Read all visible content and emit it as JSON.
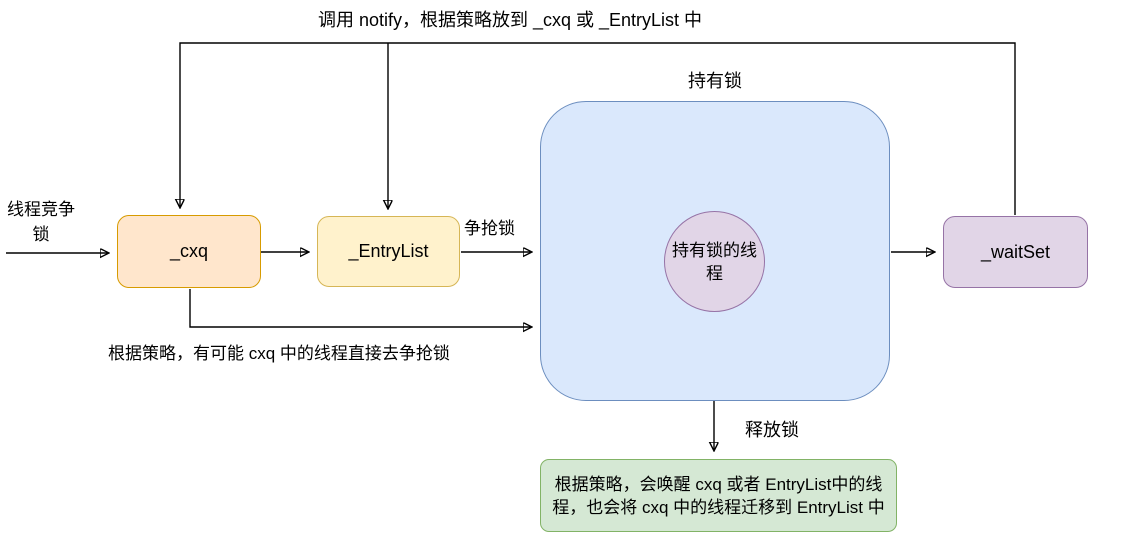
{
  "diagram": {
    "annotations": {
      "notify_label": "调用 notify，根据策略放到 _cxq 或 _EntryList 中",
      "thread_compete_label": "线程竞争锁",
      "compete_lock_label": "争抢锁",
      "cxq_direct_label": "根据策略，有可能 cxq 中的线程直接去争抢锁",
      "release_lock_label": "释放锁",
      "holder_title": "持有锁"
    },
    "nodes": {
      "cxq": {
        "label": "_cxq"
      },
      "entry_list": {
        "label": "_EntryList"
      },
      "holder_thread": {
        "label": "持有锁的线程"
      },
      "wait_set": {
        "label": "_waitSet"
      },
      "release_note": {
        "label": "根据策略，会唤醒 cxq 或者 EntryList中的线程，也会将 cxq 中的线程迁移到 EntryList 中"
      }
    },
    "edges": [
      "waitSet → notify → _cxq",
      "waitSet → notify → _EntryList",
      "线程竞争锁 → _cxq",
      "_cxq → _EntryList",
      "_EntryList → 持有锁 (争抢锁)",
      "持有锁 → _waitSet",
      "_cxq → 持有锁 (直接争抢)",
      "持有锁 → 释放锁说明"
    ],
    "colors": {
      "cxq_fill": "#ffe6cc",
      "cxq_border": "#d79b00",
      "entry_list_fill": "#fff2cc",
      "entry_list_border": "#d6b656",
      "holder_fill": "#dae8fc",
      "holder_border": "#6c8ebf",
      "thread_fill": "#e1d5e7",
      "thread_border": "#9673a6",
      "wait_set_fill": "#e1d5e7",
      "wait_set_border": "#9673a6",
      "note_fill": "#d5e8d4",
      "note_border": "#82b366",
      "line": "#000000"
    }
  }
}
